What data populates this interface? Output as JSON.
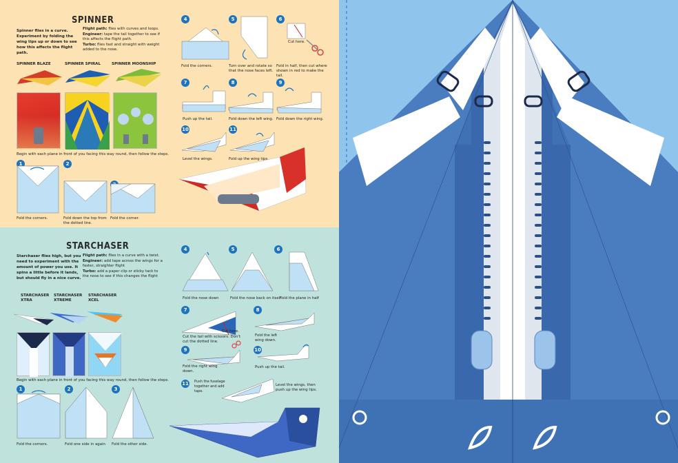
{
  "spinner": {
    "title": "SPINNER",
    "intro": "Spinner flies in a curve. Experiment by folding the wing tips up or down to see how this affects the flight path.",
    "flight_path_label": "Flight path:",
    "flight_path": "flies with curves and loops.",
    "engineer_label": "Engineer:",
    "engineer": "tape the tail together to see if this affects the flight path.",
    "turbo_label": "Turbo:",
    "turbo": "flies fast and straight with weight added to the nose.",
    "variants": [
      "SPINNER BLAZE",
      "SPINNER SPIRAL",
      "SPINNER MOONSHIP"
    ],
    "begin": "Begin with each plane in front of you facing this way round, then follow the steps.",
    "steps": [
      {
        "n": "1",
        "caption": "Fold the corners."
      },
      {
        "n": "2",
        "caption": "Fold down the top from the dotted line."
      },
      {
        "n": "3",
        "caption": "Fold the corner."
      },
      {
        "n": "4",
        "caption": "Fold the corners."
      },
      {
        "n": "5",
        "caption": "Turn over and rotate so that the nose faces left."
      },
      {
        "n": "6",
        "caption": "Fold in half, then cut where shown in red to make the tail."
      },
      {
        "n": "7",
        "caption": "Push up the tail."
      },
      {
        "n": "8",
        "caption": "Fold down the left wing."
      },
      {
        "n": "9",
        "caption": "Fold down the right wing."
      },
      {
        "n": "10",
        "caption": "Level the wings."
      },
      {
        "n": "11",
        "caption": "Fold up the wing tips."
      }
    ],
    "cut_here": "Cut here."
  },
  "starchaser": {
    "title": "STARCHASER",
    "intro": "Starchaser flies high, but you need to experiment with the amount of power you use. It spins a little before it lands, but should fly in a nice curve.",
    "flight_path_label": "Flight path:",
    "flight_path": "flies in a curve with a twist.",
    "engineer_label": "Engineer:",
    "engineer": "add tape across the wings for a faster, straighter flight",
    "turbo_label": "Turbo:",
    "turbo": "add a paper clip or sticky tack to the nose to see if this changes the flight",
    "variants": [
      "STARCHASER XTRA",
      "STARCHASER XTREME",
      "STARCHASER XCEL"
    ],
    "begin": "Begin with each plane in front of you facing this way round, then follow the steps.",
    "steps": [
      {
        "n": "1",
        "caption": "Fold the corners."
      },
      {
        "n": "2",
        "caption": "Fold one side in again"
      },
      {
        "n": "3",
        "caption": "Fold the other side."
      },
      {
        "n": "4",
        "caption": "Fold the nose down"
      },
      {
        "n": "5",
        "caption": "Fold the nose back on itself."
      },
      {
        "n": "6",
        "caption": "Fold the plane in half"
      },
      {
        "n": "7",
        "caption": "Cut the tail with scissors. Don't cut the dotted line."
      },
      {
        "n": "8",
        "caption": "Fold the left wing down."
      },
      {
        "n": "9",
        "caption": "Fold the right wing down."
      },
      {
        "n": "10",
        "caption": "Push up the tail."
      },
      {
        "n": "11",
        "caption": "Level the wings, then push up the wing tips."
      }
    ],
    "cut_here": "Cut here.",
    "step11_note": "Push the fuselage together and add tape."
  },
  "colors": {
    "spinner_bg": "#fde3b3",
    "starchaser_bg": "#bfe2dc",
    "step_blue": "#1e73be",
    "sky": "#8fc4ec",
    "fuselage_blue": "#3f72b5"
  }
}
